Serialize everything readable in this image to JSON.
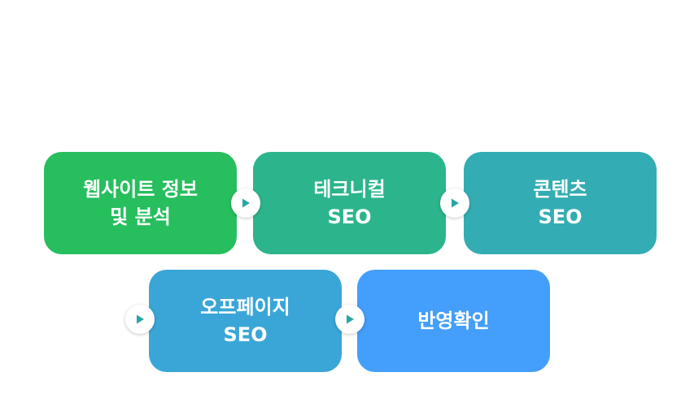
{
  "flow": {
    "steps": [
      {
        "label": "웹사이트 정보\n및 분석",
        "color": "#27be5e"
      },
      {
        "label": "테크니컬\nSEO",
        "color": "#2cb58c"
      },
      {
        "label": "콘텐츠\nSEO",
        "color": "#33adb3"
      },
      {
        "label": "오프페이지\nSEO",
        "color": "#3aa6d7"
      },
      {
        "label": "반영확인",
        "color": "#439ffb"
      }
    ],
    "arrow_icon": "play-triangle-icon",
    "arrow_color": "#2aa5a6"
  }
}
